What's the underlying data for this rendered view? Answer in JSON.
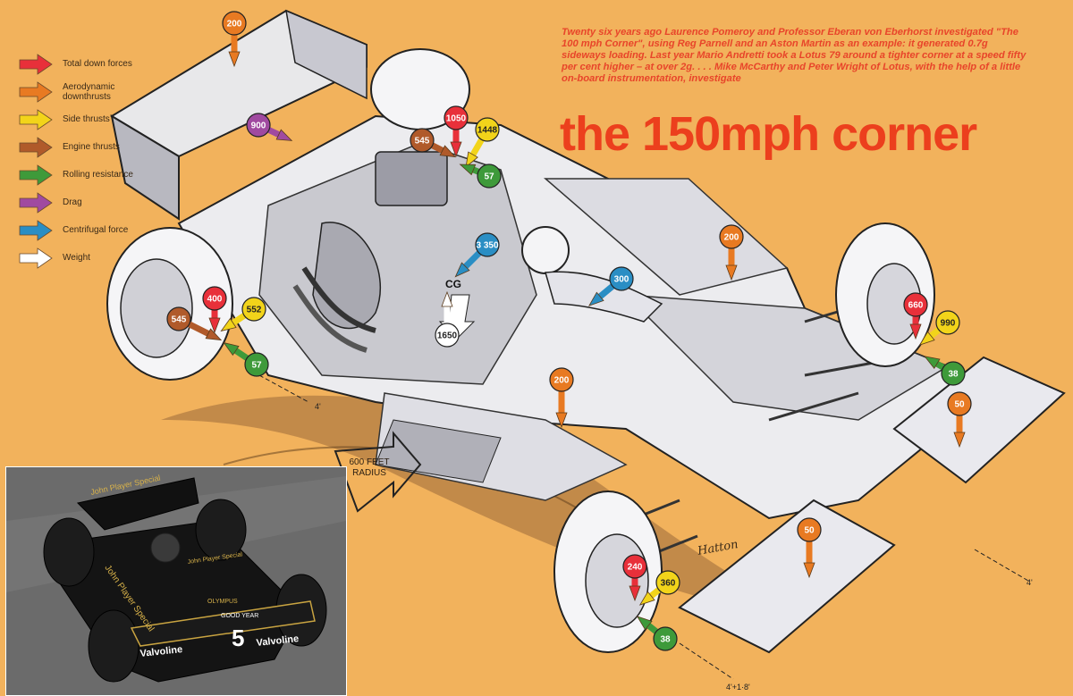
{
  "legend": [
    {
      "label": "Total down forces",
      "color": "#e8303a"
    },
    {
      "label": "Aerodynamic downthrusts",
      "color": "#e87a22"
    },
    {
      "label": "Side thrusts",
      "color": "#f2d41a"
    },
    {
      "label": "Engine thrusts",
      "color": "#b05a2a"
    },
    {
      "label": "Rolling resistance",
      "color": "#3e9a3a"
    },
    {
      "label": "Drag",
      "color": "#a04aa0"
    },
    {
      "label": "Centrifugal force",
      "color": "#2a8ec4"
    },
    {
      "label": "Weight",
      "color": "#ffffff"
    }
  ],
  "article": {
    "intro": "Twenty six years ago Laurence Pomeroy and Professor Eberan von Eberhorst investigated \"The 100 mph Corner\", using Reg Parnell and an Aston Martin as an example: it generated 0.7g sideways loading. Last year Mario Andretti took a Lotus 79 around a tighter corner at a speed fifty per cent higher – at over 2g. . . . Mike McCarthy and Peter Wright of Lotus, with the help of a little on-board instrumentation, investigate",
    "headline": "the 150mph corner"
  },
  "radius_label": "600 FEET RADIUS",
  "cg_label": "CG",
  "signature": "Hatton",
  "dimension_labels": {
    "rear": "4'",
    "front_right": "4'",
    "front_left": "4'+1·8'"
  },
  "photo_texts": {
    "wing": "John Player Special",
    "sidepod": "John Player Special",
    "nose": "John Player Special",
    "valvoline_left": "Valvoline",
    "valvoline_right": "Valvoline",
    "number": "5",
    "goodyear": "GOOD YEAR",
    "olympus": "OLYMPUS"
  },
  "force_badges": [
    {
      "value": "200",
      "type": "aero"
    },
    {
      "value": "900",
      "type": "drag"
    },
    {
      "value": "1050",
      "type": "down"
    },
    {
      "value": "1448",
      "type": "side"
    },
    {
      "value": "545",
      "type": "engine"
    },
    {
      "value": "57",
      "type": "rolling"
    },
    {
      "value": "3 350",
      "type": "centrifugal"
    },
    {
      "value": "300",
      "type": "centrifugal"
    },
    {
      "value": "1650",
      "type": "weight"
    },
    {
      "value": "200",
      "type": "aero"
    },
    {
      "value": "400",
      "type": "down"
    },
    {
      "value": "545",
      "type": "engine"
    },
    {
      "value": "552",
      "type": "side"
    },
    {
      "value": "57",
      "type": "rolling"
    },
    {
      "value": "200",
      "type": "aero"
    },
    {
      "value": "660",
      "type": "down"
    },
    {
      "value": "990",
      "type": "side"
    },
    {
      "value": "38",
      "type": "rolling"
    },
    {
      "value": "50",
      "type": "aero"
    },
    {
      "value": "50",
      "type": "aero"
    },
    {
      "value": "240",
      "type": "down"
    },
    {
      "value": "360",
      "type": "side"
    },
    {
      "value": "38",
      "type": "rolling"
    }
  ]
}
